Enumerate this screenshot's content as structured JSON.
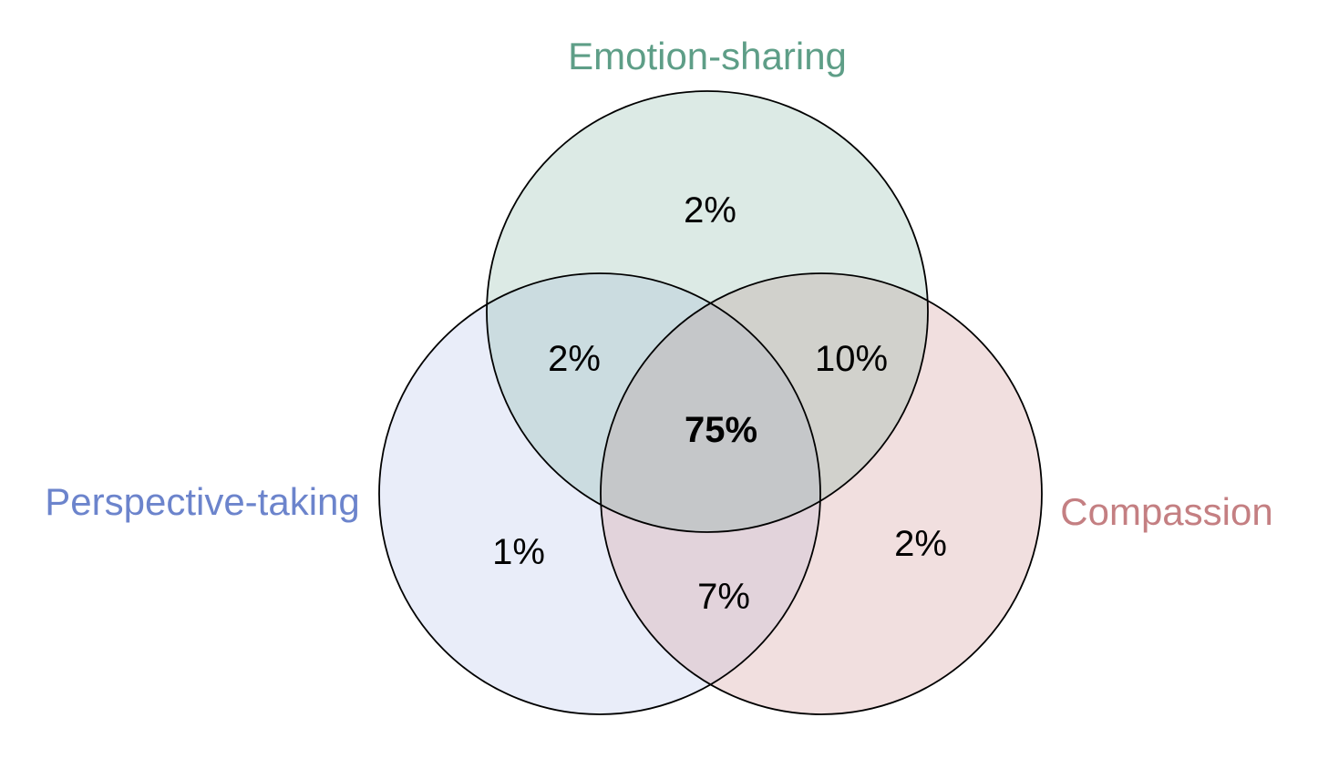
{
  "sets": [
    {
      "key": "emotion",
      "label": "Emotion-sharing",
      "color": "#5e9e87",
      "fill": "#5e9e87"
    },
    {
      "key": "perspective",
      "label": "Perspective-taking",
      "color": "#6c84cc",
      "fill": "#a7b8e6"
    },
    {
      "key": "compassion",
      "label": "Compassion",
      "color": "#c47f82",
      "fill": "#d8a2a4"
    }
  ],
  "regions": {
    "emotion_only": "2%",
    "emotion_perspective": "2%",
    "emotion_compassion": "10%",
    "all_three": "75%",
    "perspective_only": "1%",
    "perspective_compassion": "7%",
    "compassion_only": "2%"
  }
}
